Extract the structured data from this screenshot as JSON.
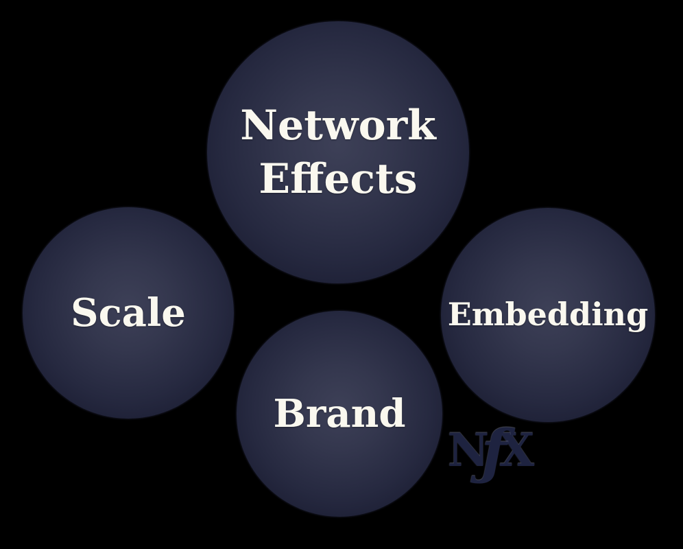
{
  "diagram": {
    "background_color": "#000000",
    "sphere_center_color": "#3d4057",
    "sphere_edge_color": "#15172a",
    "label_color": "#faf8ef",
    "circles": [
      {
        "id": "network-effects",
        "label": "Network Effects"
      },
      {
        "id": "scale",
        "label": "Scale"
      },
      {
        "id": "embedding",
        "label": "Embedding"
      },
      {
        "id": "brand",
        "label": "Brand"
      }
    ]
  },
  "logo": {
    "name": "NfX",
    "letters": [
      "N",
      "ƒ",
      "X"
    ],
    "color": "#1e2340"
  }
}
